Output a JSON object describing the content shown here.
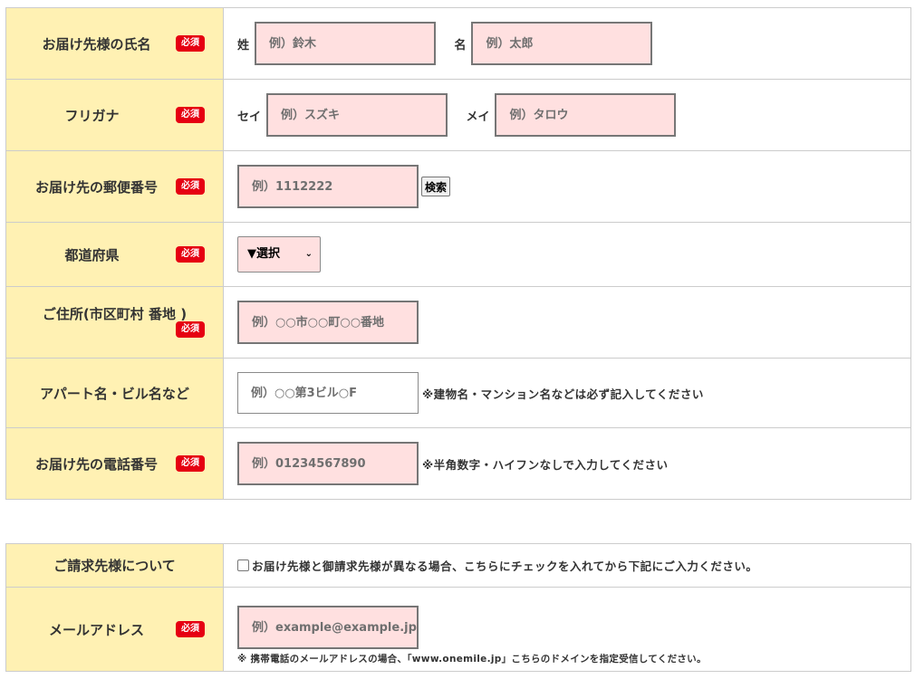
{
  "badge": "必須",
  "shipping": {
    "name": {
      "label": "お届け先様の氏名",
      "last_label": "姓",
      "last_placeholder": "例）鈴木",
      "first_label": "名",
      "first_placeholder": "例）太郎"
    },
    "kana": {
      "label": "フリガナ",
      "last_label": "セイ",
      "last_placeholder": "例）スズキ",
      "first_label": "メイ",
      "first_placeholder": "例）タロウ"
    },
    "postal": {
      "label": "お届け先の郵便番号",
      "placeholder": "例）1112222",
      "search_button": "検索"
    },
    "prefecture": {
      "label": "都道府県",
      "selected": "▼選択"
    },
    "address": {
      "label": "ご住所(市区町村 番地 )",
      "placeholder": "例）○○市○○町○○番地"
    },
    "building": {
      "label": "アパート名・ビル名など",
      "placeholder": "例）○○第3ビル○F",
      "note": "※建物名・マンション名などは必ず記入してください"
    },
    "phone": {
      "label": "お届け先の電話番号",
      "placeholder": "例）01234567890",
      "note": "※半角数字・ハイフンなしで入力してください"
    }
  },
  "billing": {
    "label": "ご請求先様について",
    "checkbox_text": "お届け先様と御請求先様が異なる場合、こちらにチェックを入れてから下記にご入力ください。"
  },
  "email": {
    "label": "メールアドレス",
    "placeholder": "例）example@example.jp",
    "note": "※ 携帯電話のメールアドレスの場合、「www.onemile.jp」こちらのドメインを指定受信してください。"
  },
  "colors": {
    "header_bg": "#fff1b3",
    "input_bg": "#ffe0e0",
    "badge_bg": "#e60012",
    "border": "#cccccc"
  }
}
